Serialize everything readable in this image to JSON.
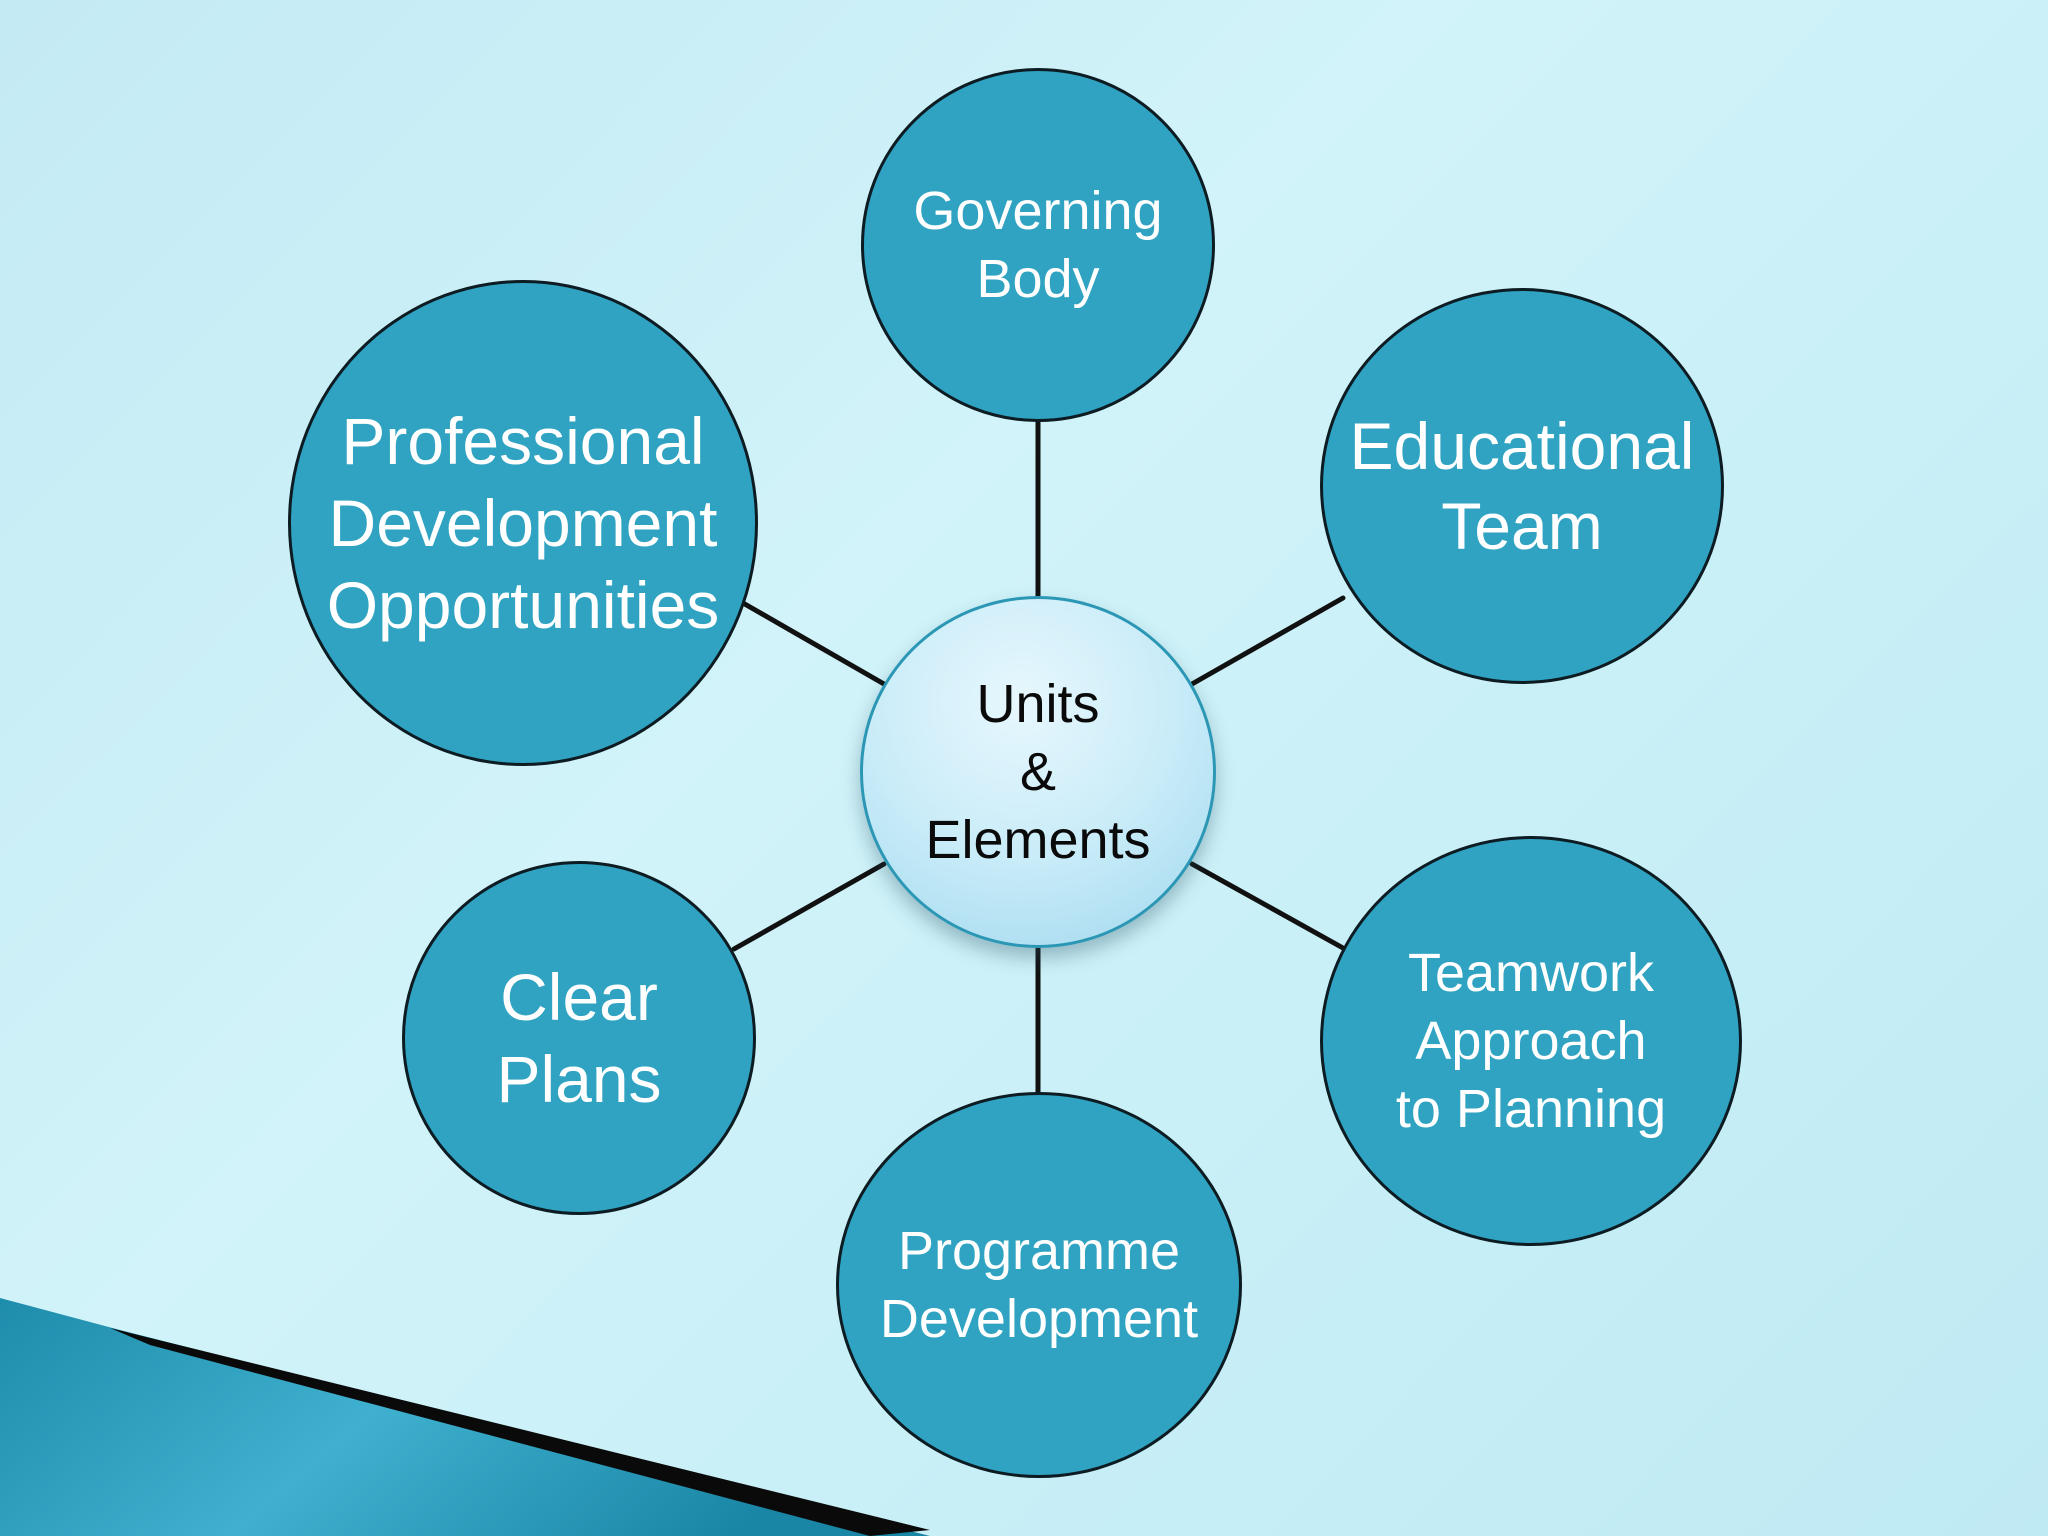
{
  "diagram": {
    "center": {
      "label": "Units\n&\nElements"
    },
    "nodes": [
      {
        "id": "governing-body",
        "label": "Governing\nBody"
      },
      {
        "id": "educational-team",
        "label": "Educational\nTeam"
      },
      {
        "id": "teamwork-approach",
        "label": "Teamwork\nApproach\nto Planning"
      },
      {
        "id": "programme-development",
        "label": "Programme\nDevelopment"
      },
      {
        "id": "clear-plans",
        "label": "Clear\nPlans"
      },
      {
        "id": "professional-development",
        "label": "Professional\nDevelopment\nOpportunities"
      }
    ],
    "colors": {
      "node_fill": "#2fa3c1",
      "node_border": "#0d1b22",
      "center_fill": "#c9ecf8",
      "center_border": "#2c97b5",
      "connector": "#111111",
      "node_text": "#ffffff",
      "center_text": "#0a0a0a"
    }
  }
}
